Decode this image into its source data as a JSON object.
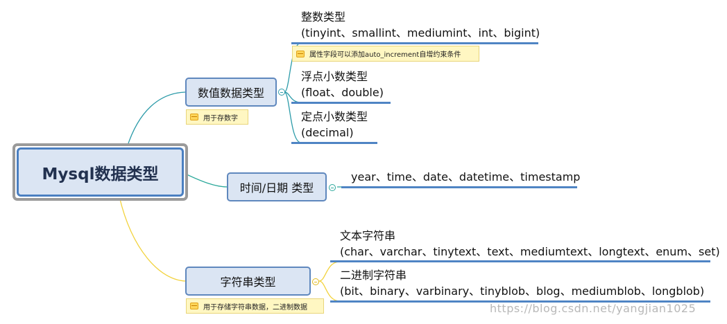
{
  "root": {
    "label": "Mysql数据类型"
  },
  "branches": {
    "numeric": {
      "label": "数值数据类型",
      "note": "用于存数字",
      "children": [
        {
          "line1": "整数类型",
          "line2": "(tinyint、smallint、mediumint、int、bigint)",
          "note": "属性字段可以添加auto_increment自增约束条件"
        },
        {
          "line1": "浮点小数类型",
          "line2": "(float、double)"
        },
        {
          "line1": "定点小数类型",
          "line2": "(decimal)"
        }
      ]
    },
    "datetime": {
      "label": "时间/日期 类型",
      "children": [
        {
          "line1": "year、time、date、datetime、timestamp"
        }
      ]
    },
    "string": {
      "label": "字符串类型",
      "note": "用于存储字符串数据，二进制数据",
      "children": [
        {
          "line1": "文本字符串",
          "line2": "(char、varchar、tinytext、text、mediumtext、longtext、enum、set)"
        },
        {
          "line1": "二进制字符串",
          "line2": "(bit、binary、varbinary、tinyblob、blog、mediumblob、longblob)"
        }
      ]
    }
  },
  "colors": {
    "numeric": "#2a9aa8",
    "datetime": "#2aa89a",
    "string": "#f2d23c",
    "accent": "#4f84c4"
  },
  "watermark": "https://blog.csdn.net/yangjian1025"
}
